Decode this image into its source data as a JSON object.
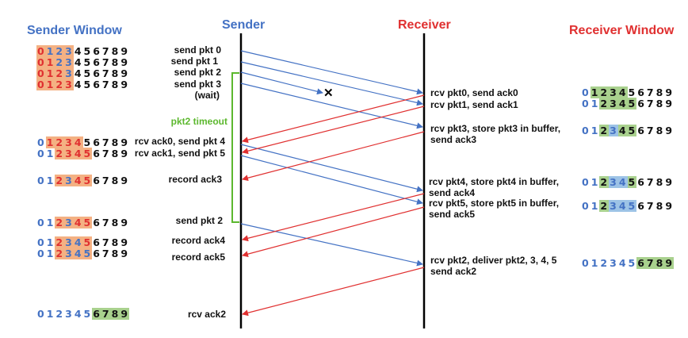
{
  "headers": {
    "sender_window": "Sender Window",
    "sender": "Sender",
    "receiver": "Receiver",
    "receiver_window": "Receiver Window"
  },
  "colors": {
    "blue": "#4472c4",
    "red": "#e03030",
    "green": "#5cb82e",
    "num_blue": "#4472c4",
    "num_red": "#e03030",
    "num_black": "#111111",
    "bg_orange": "#f4b183",
    "bg_green": "#a9d18e",
    "bg_blue": "#9dc3e6"
  },
  "sender_labels": [
    "send pkt 0",
    "send pkt 1",
    "send pkt 2",
    "send pkt 3",
    "(wait)",
    "pkt2 timeout",
    "rcv ack0, send pkt 4",
    "rcv ack1, send pkt 5",
    "record ack3",
    "send pkt 2",
    "record ack4",
    "record ack5",
    "rcv ack2"
  ],
  "receiver_labels": [
    "rcv pkt0, send ack0",
    "rcv pkt1, send ack1",
    "rcv pkt3, store pkt3 in buffer,",
    "send ack3",
    "rcv pkt4, store pkt4 in buffer,",
    "send ack4",
    "rcv pkt5, store pkt5 in buffer,",
    "send ack5",
    "rcv pkt2, deliver pkt2, 3, 4, 5",
    "send ack2"
  ],
  "loss_mark": "✕",
  "sender_windows": [
    {
      "d": [
        [
          "0",
          "red",
          "orange"
        ],
        [
          "1",
          "blue",
          "orange"
        ],
        [
          "2",
          "blue",
          "orange"
        ],
        [
          "3",
          "blue",
          "orange"
        ],
        [
          "4",
          "black",
          ""
        ],
        [
          "5",
          "black",
          ""
        ],
        [
          "6",
          "black",
          ""
        ],
        [
          "7",
          "black",
          ""
        ],
        [
          "8",
          "black",
          ""
        ],
        [
          "9",
          "black",
          ""
        ]
      ]
    },
    {
      "d": [
        [
          "0",
          "red",
          "orange"
        ],
        [
          "1",
          "red",
          "orange"
        ],
        [
          "2",
          "blue",
          "orange"
        ],
        [
          "3",
          "blue",
          "orange"
        ],
        [
          "4",
          "black",
          ""
        ],
        [
          "5",
          "black",
          ""
        ],
        [
          "6",
          "black",
          ""
        ],
        [
          "7",
          "black",
          ""
        ],
        [
          "8",
          "black",
          ""
        ],
        [
          "9",
          "black",
          ""
        ]
      ]
    },
    {
      "d": [
        [
          "0",
          "red",
          "orange"
        ],
        [
          "1",
          "red",
          "orange"
        ],
        [
          "2",
          "red",
          "orange"
        ],
        [
          "3",
          "blue",
          "orange"
        ],
        [
          "4",
          "black",
          ""
        ],
        [
          "5",
          "black",
          ""
        ],
        [
          "6",
          "black",
          ""
        ],
        [
          "7",
          "black",
          ""
        ],
        [
          "8",
          "black",
          ""
        ],
        [
          "9",
          "black",
          ""
        ]
      ]
    },
    {
      "d": [
        [
          "0",
          "red",
          "orange"
        ],
        [
          "1",
          "red",
          "orange"
        ],
        [
          "2",
          "red",
          "orange"
        ],
        [
          "3",
          "red",
          "orange"
        ],
        [
          "4",
          "black",
          ""
        ],
        [
          "5",
          "black",
          ""
        ],
        [
          "6",
          "black",
          ""
        ],
        [
          "7",
          "black",
          ""
        ],
        [
          "8",
          "black",
          ""
        ],
        [
          "9",
          "black",
          ""
        ]
      ]
    },
    {
      "d": [
        [
          "0",
          "blue",
          ""
        ],
        [
          "1",
          "red",
          "orange"
        ],
        [
          "2",
          "red",
          "orange"
        ],
        [
          "3",
          "red",
          "orange"
        ],
        [
          "4",
          "red",
          "orange"
        ],
        [
          "5",
          "black",
          ""
        ],
        [
          "6",
          "black",
          ""
        ],
        [
          "7",
          "black",
          ""
        ],
        [
          "8",
          "black",
          ""
        ],
        [
          "9",
          "black",
          ""
        ]
      ]
    },
    {
      "d": [
        [
          "0",
          "blue",
          ""
        ],
        [
          "1",
          "blue",
          ""
        ],
        [
          "2",
          "red",
          "orange"
        ],
        [
          "3",
          "red",
          "orange"
        ],
        [
          "4",
          "red",
          "orange"
        ],
        [
          "5",
          "red",
          "orange"
        ],
        [
          "6",
          "black",
          ""
        ],
        [
          "7",
          "black",
          ""
        ],
        [
          "8",
          "black",
          ""
        ],
        [
          "9",
          "black",
          ""
        ]
      ]
    },
    {
      "d": [
        [
          "0",
          "blue",
          ""
        ],
        [
          "1",
          "blue",
          ""
        ],
        [
          "2",
          "red",
          "orange"
        ],
        [
          "3",
          "blue",
          "orange"
        ],
        [
          "4",
          "red",
          "orange"
        ],
        [
          "5",
          "red",
          "orange"
        ],
        [
          "6",
          "black",
          ""
        ],
        [
          "7",
          "black",
          ""
        ],
        [
          "8",
          "black",
          ""
        ],
        [
          "9",
          "black",
          ""
        ]
      ]
    },
    {
      "d": [
        [
          "0",
          "blue",
          ""
        ],
        [
          "1",
          "blue",
          ""
        ],
        [
          "2",
          "red",
          "orange"
        ],
        [
          "3",
          "blue",
          "orange"
        ],
        [
          "4",
          "red",
          "orange"
        ],
        [
          "5",
          "red",
          "orange"
        ],
        [
          "6",
          "black",
          ""
        ],
        [
          "7",
          "black",
          ""
        ],
        [
          "8",
          "black",
          ""
        ],
        [
          "9",
          "black",
          ""
        ]
      ]
    },
    {
      "d": [
        [
          "0",
          "blue",
          ""
        ],
        [
          "1",
          "blue",
          ""
        ],
        [
          "2",
          "red",
          "orange"
        ],
        [
          "3",
          "blue",
          "orange"
        ],
        [
          "4",
          "blue",
          "orange"
        ],
        [
          "5",
          "red",
          "orange"
        ],
        [
          "6",
          "black",
          ""
        ],
        [
          "7",
          "black",
          ""
        ],
        [
          "8",
          "black",
          ""
        ],
        [
          "9",
          "black",
          ""
        ]
      ]
    },
    {
      "d": [
        [
          "0",
          "blue",
          ""
        ],
        [
          "1",
          "blue",
          ""
        ],
        [
          "2",
          "red",
          "orange"
        ],
        [
          "3",
          "blue",
          "orange"
        ],
        [
          "4",
          "blue",
          "orange"
        ],
        [
          "5",
          "blue",
          "orange"
        ],
        [
          "6",
          "black",
          ""
        ],
        [
          "7",
          "black",
          ""
        ],
        [
          "8",
          "black",
          ""
        ],
        [
          "9",
          "black",
          ""
        ]
      ]
    },
    {
      "d": [
        [
          "0",
          "blue",
          ""
        ],
        [
          "1",
          "blue",
          ""
        ],
        [
          "2",
          "blue",
          ""
        ],
        [
          "3",
          "blue",
          ""
        ],
        [
          "4",
          "blue",
          ""
        ],
        [
          "5",
          "blue",
          ""
        ],
        [
          "6",
          "black",
          "green"
        ],
        [
          "7",
          "black",
          "green"
        ],
        [
          "8",
          "black",
          "green"
        ],
        [
          "9",
          "black",
          "green"
        ]
      ]
    }
  ],
  "receiver_windows": [
    {
      "d": [
        [
          "0",
          "blue",
          ""
        ],
        [
          "1",
          "black",
          "green"
        ],
        [
          "2",
          "black",
          "green"
        ],
        [
          "3",
          "black",
          "green"
        ],
        [
          "4",
          "black",
          "green"
        ],
        [
          "5",
          "black",
          ""
        ],
        [
          "6",
          "black",
          ""
        ],
        [
          "7",
          "black",
          ""
        ],
        [
          "8",
          "black",
          ""
        ],
        [
          "9",
          "black",
          ""
        ]
      ]
    },
    {
      "d": [
        [
          "0",
          "blue",
          ""
        ],
        [
          "1",
          "blue",
          ""
        ],
        [
          "2",
          "black",
          "green"
        ],
        [
          "3",
          "black",
          "green"
        ],
        [
          "4",
          "black",
          "green"
        ],
        [
          "5",
          "black",
          "green"
        ],
        [
          "6",
          "black",
          ""
        ],
        [
          "7",
          "black",
          ""
        ],
        [
          "8",
          "black",
          ""
        ],
        [
          "9",
          "black",
          ""
        ]
      ]
    },
    {
      "d": [
        [
          "0",
          "blue",
          ""
        ],
        [
          "1",
          "blue",
          ""
        ],
        [
          "2",
          "black",
          "green"
        ],
        [
          "3",
          "blue",
          "blue"
        ],
        [
          "4",
          "black",
          "green"
        ],
        [
          "5",
          "black",
          "green"
        ],
        [
          "6",
          "black",
          ""
        ],
        [
          "7",
          "black",
          ""
        ],
        [
          "8",
          "black",
          ""
        ],
        [
          "9",
          "black",
          ""
        ]
      ]
    },
    {
      "d": [
        [
          "0",
          "blue",
          ""
        ],
        [
          "1",
          "blue",
          ""
        ],
        [
          "2",
          "black",
          "green"
        ],
        [
          "3",
          "blue",
          "blue"
        ],
        [
          "4",
          "blue",
          "blue"
        ],
        [
          "5",
          "black",
          "green"
        ],
        [
          "6",
          "black",
          ""
        ],
        [
          "7",
          "black",
          ""
        ],
        [
          "8",
          "black",
          ""
        ],
        [
          "9",
          "black",
          ""
        ]
      ]
    },
    {
      "d": [
        [
          "0",
          "blue",
          ""
        ],
        [
          "1",
          "blue",
          ""
        ],
        [
          "2",
          "black",
          "green"
        ],
        [
          "3",
          "blue",
          "blue"
        ],
        [
          "4",
          "blue",
          "blue"
        ],
        [
          "5",
          "blue",
          "blue"
        ],
        [
          "6",
          "black",
          ""
        ],
        [
          "7",
          "black",
          ""
        ],
        [
          "8",
          "black",
          ""
        ],
        [
          "9",
          "black",
          ""
        ]
      ]
    },
    {
      "d": [
        [
          "0",
          "blue",
          ""
        ],
        [
          "1",
          "blue",
          ""
        ],
        [
          "2",
          "blue",
          ""
        ],
        [
          "3",
          "blue",
          ""
        ],
        [
          "4",
          "blue",
          ""
        ],
        [
          "5",
          "blue",
          ""
        ],
        [
          "6",
          "black",
          "green"
        ],
        [
          "7",
          "black",
          "green"
        ],
        [
          "8",
          "black",
          "green"
        ],
        [
          "9",
          "black",
          "green"
        ]
      ]
    }
  ]
}
